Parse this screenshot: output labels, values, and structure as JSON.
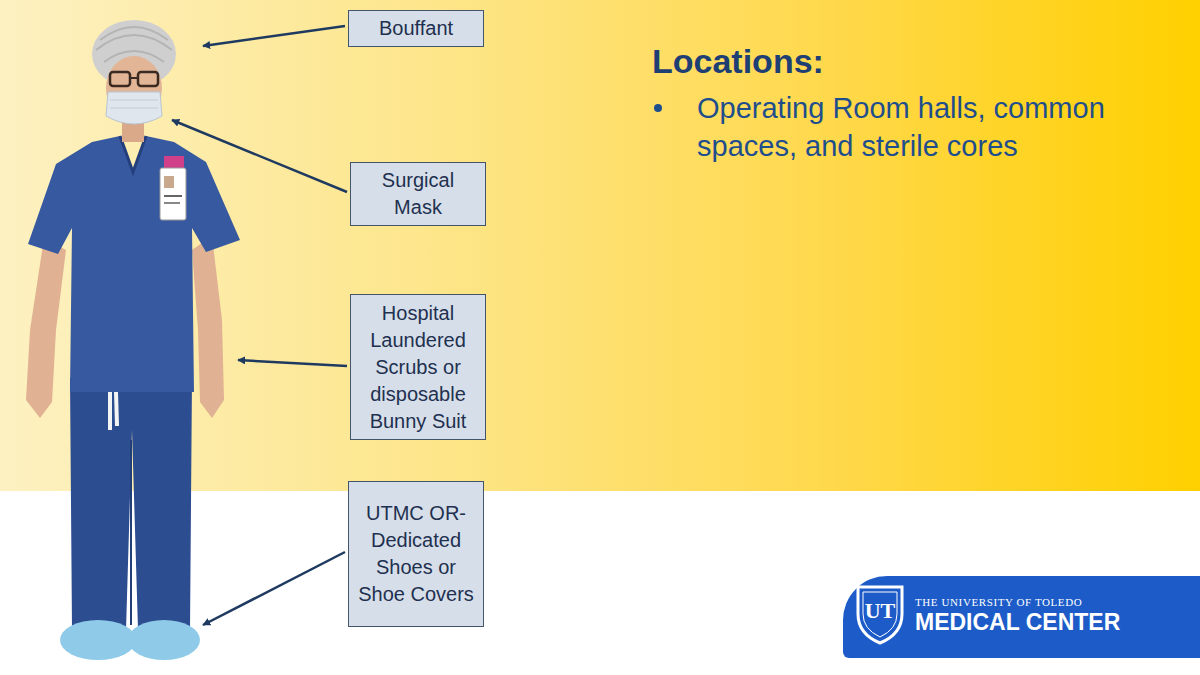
{
  "diagram": {
    "title": "Locations:",
    "nodes": [
      {
        "text": [
          "Bouffant"
        ]
      },
      {
        "text": [
          "Surgical Mask"
        ]
      },
      {
        "text": [
          "Hospital Laundered Scrubs or disposable Bunny Suit"
        ]
      },
      {
        "text": [
          "UTMC OR-Dedicated Shoes or Shoe Covers"
        ]
      },
      {
        "text": [
          "THE UNIVERSITY OF TOLEDO",
          "MEDICAL CENTER"
        ]
      },
      {
        "text": [
          "UT"
        ],
        "in": 4
      }
    ],
    "labels": [
      "Operating Room halls, common spaces, and sterile cores"
    ]
  }
}
